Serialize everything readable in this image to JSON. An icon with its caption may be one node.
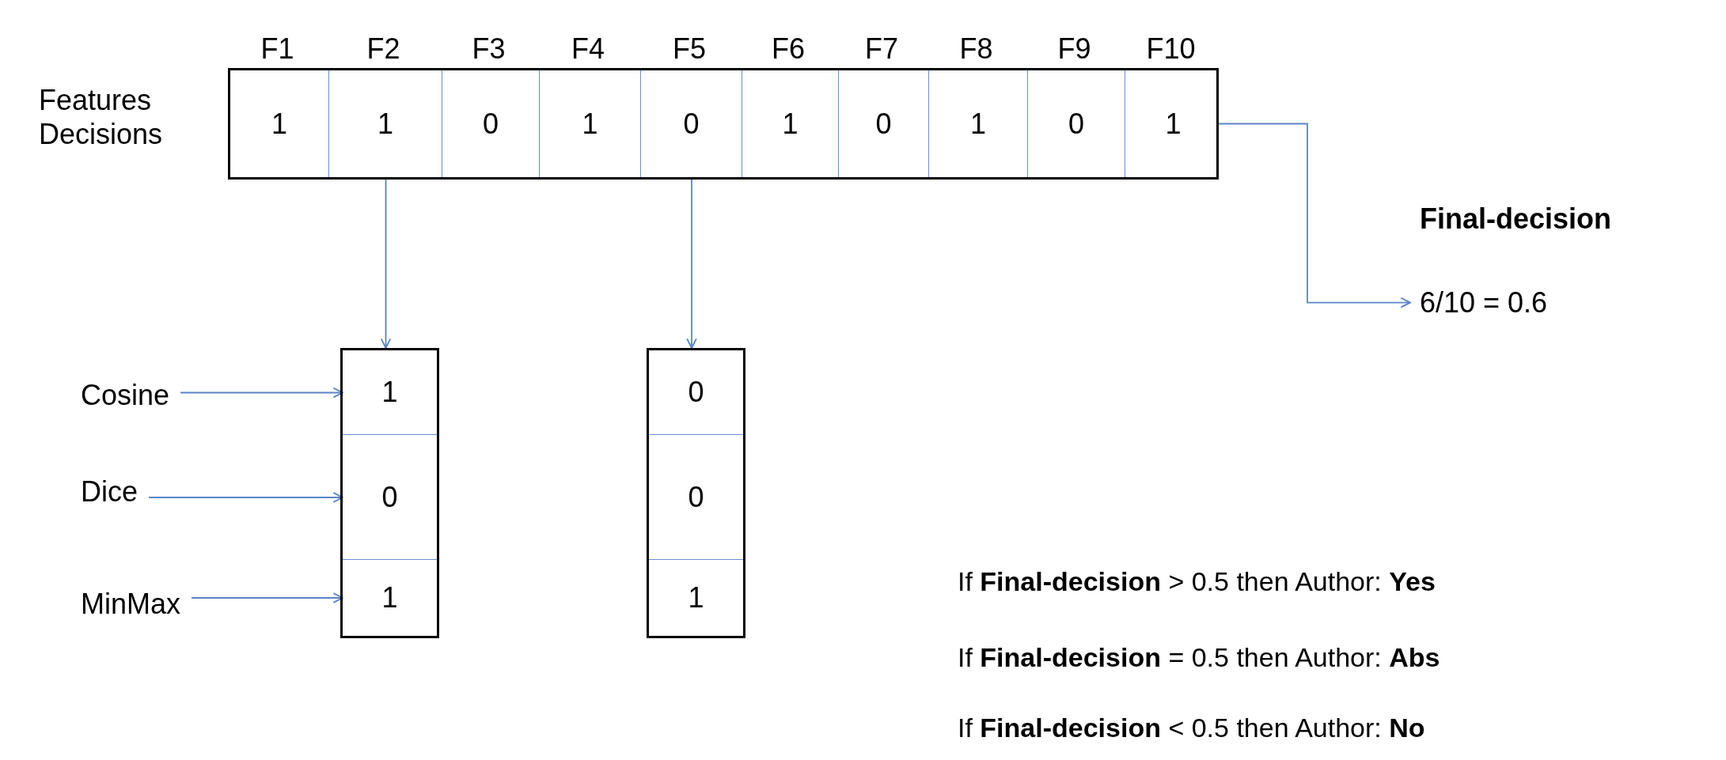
{
  "diagram": {
    "nodes": [
      {
        "text": [],
        "shape": "box"
      },
      {
        "text": [
          "1"
        ],
        "in": 0
      },
      {
        "text": [
          "1"
        ],
        "in": 0
      },
      {
        "text": [
          "0"
        ],
        "in": 0
      },
      {
        "text": [
          "1"
        ],
        "in": 0
      },
      {
        "text": [
          "0"
        ],
        "in": 0
      },
      {
        "text": [
          "1"
        ],
        "in": 0
      },
      {
        "text": [
          "0"
        ],
        "in": 0
      },
      {
        "text": [
          "1"
        ],
        "in": 0
      },
      {
        "text": [
          "0"
        ],
        "in": 0
      },
      {
        "text": [
          "1"
        ],
        "in": 0
      },
      {
        "text": [],
        "shape": "box"
      },
      {
        "text": [
          "1"
        ],
        "in": 11
      },
      {
        "text": [
          "0"
        ],
        "in": 11
      },
      {
        "text": [
          "1"
        ],
        "in": 11
      },
      {
        "text": [],
        "shape": "box"
      },
      {
        "text": [
          "0"
        ],
        "in": 15
      },
      {
        "text": [
          "0"
        ],
        "in": 15
      },
      {
        "text": [
          "1"
        ],
        "in": 15
      },
      {
        "text": [
          "Cosine"
        ]
      },
      {
        "text": [
          "Dice"
        ]
      },
      {
        "text": [
          "MinMax"
        ]
      },
      {
        "text": [
          "6/10 = 0.6"
        ],
        "beside": [
          "Final-decision"
        ]
      }
    ],
    "edges": [
      {
        "from": 2,
        "to": 11,
        "arrow": "to"
      },
      {
        "from": 5,
        "to": 15,
        "arrow": "to"
      },
      {
        "from": 0,
        "to": 22,
        "arrow": "to"
      },
      {
        "from": 19,
        "to": 12,
        "arrow": "to"
      },
      {
        "from": 20,
        "to": 13,
        "arrow": "to"
      },
      {
        "from": 21,
        "to": 14,
        "arrow": "to"
      }
    ],
    "labels": [
      "F1",
      "F2",
      "F3",
      "F4",
      "F5",
      "F6",
      "F7",
      "F8",
      "F9",
      "F10",
      "Features Decisions",
      "If **Final-decision** > 0.5 then Author: **Yes**",
      "If **Final-decision** = 0.5 then Author: **Abs**",
      "If **Final-decision** < 0.5 then Author: **No**"
    ]
  }
}
